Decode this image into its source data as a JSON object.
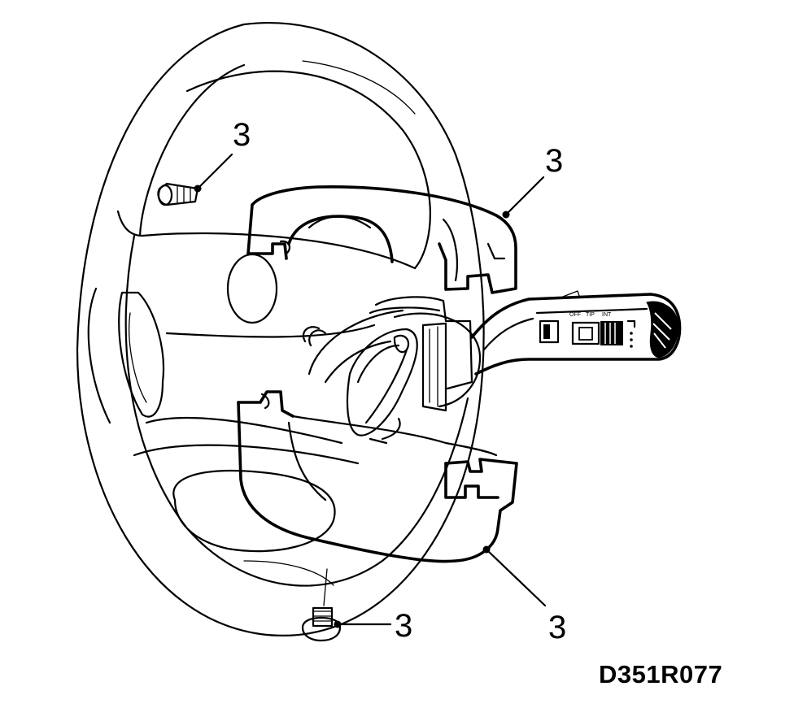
{
  "callouts": [
    {
      "id": "upper-screw",
      "label": "3"
    },
    {
      "id": "upper-shroud",
      "label": "3"
    },
    {
      "id": "lower-shroud",
      "label": "3"
    },
    {
      "id": "lower-screw",
      "label": "3"
    }
  ],
  "figure_code": "D351R077",
  "stalk_switch_marks": {
    "wiper_positions": [
      "OFF",
      "TIP",
      "INT"
    ]
  },
  "line_color": "#000000",
  "background_color": "#ffffff"
}
